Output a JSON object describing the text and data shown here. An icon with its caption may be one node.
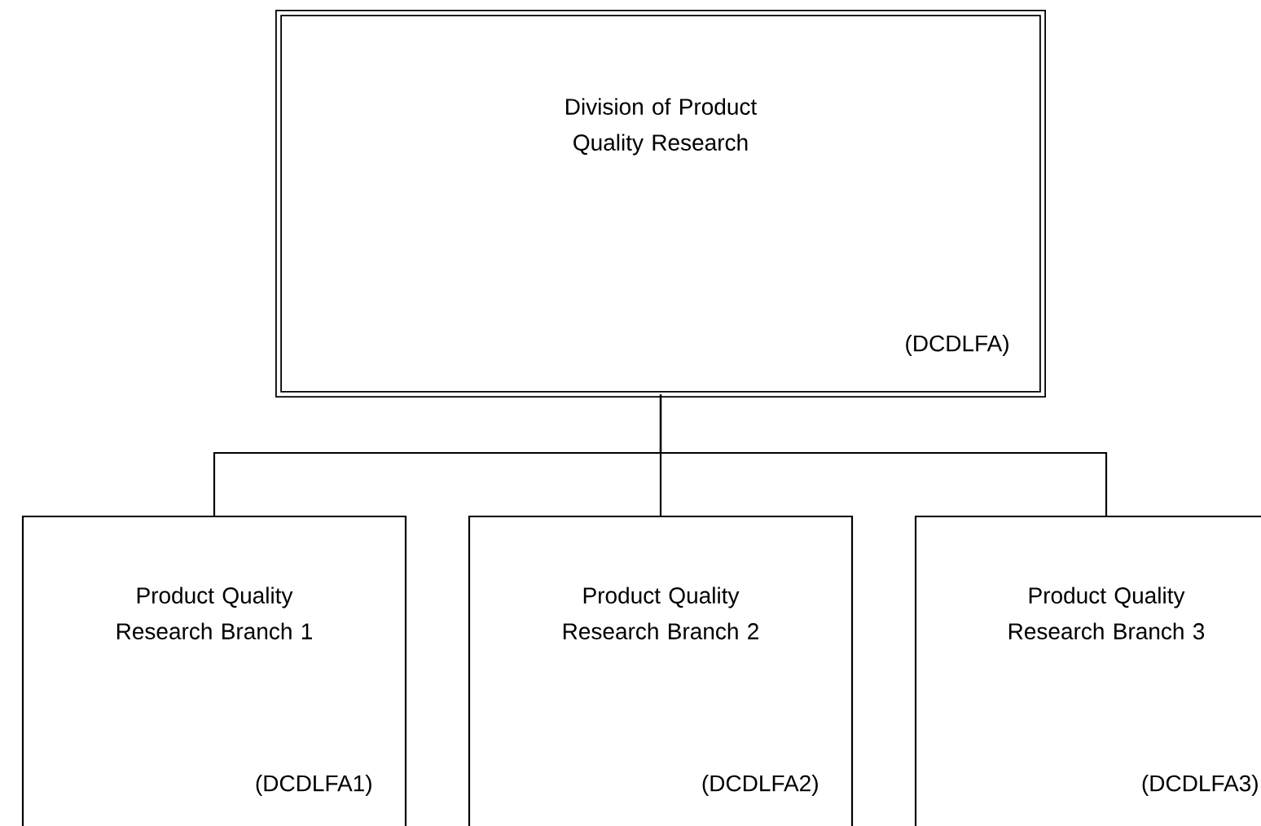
{
  "diagram": {
    "nodes": [
      {
        "text": [
          "Division of Product Quality Research",
          "(DCDLFA)"
        ]
      },
      {
        "text": [
          "Product Quality Research Branch 1",
          "(DCDLFA1)"
        ]
      },
      {
        "text": [
          "Product Quality Research Branch 2",
          "(DCDLFA2)"
        ]
      },
      {
        "text": [
          "Product Quality Research Branch 3",
          "(DCDLFA3)"
        ]
      }
    ],
    "edges": [
      {
        "from": 0,
        "to": 1,
        "arrow": "none"
      },
      {
        "from": 0,
        "to": 2,
        "arrow": "none"
      },
      {
        "from": 0,
        "to": 3,
        "arrow": "none"
      }
    ]
  }
}
